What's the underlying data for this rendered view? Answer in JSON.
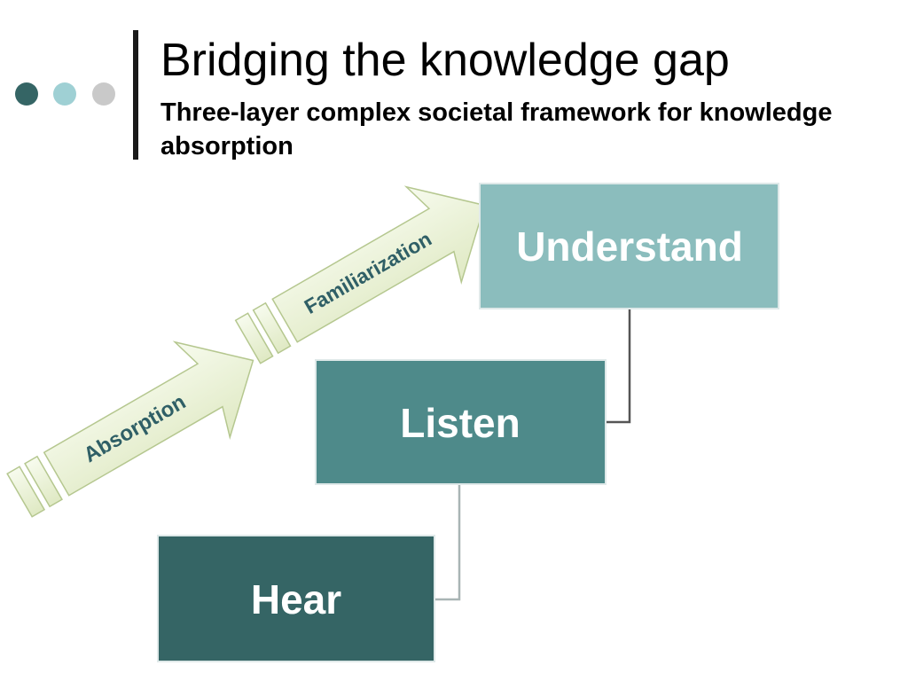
{
  "slide": {
    "title": "Bridging the knowledge gap",
    "subtitle": "Three-layer complex societal framework for knowledge absorption"
  },
  "diagram": {
    "boxes": [
      {
        "label": "Understand",
        "color": "#8bbdbd"
      },
      {
        "label": "Listen",
        "color": "#4e8a8a"
      },
      {
        "label": "Hear",
        "color": "#356565"
      }
    ],
    "arrows": [
      {
        "label": "Absorption"
      },
      {
        "label": "Familiarization"
      }
    ]
  },
  "colors": {
    "dot_dark": "#356565",
    "dot_mid": "#9fd0d4",
    "dot_light": "#c9c9c9",
    "arrow_fill": "#eef5dc",
    "arrow_stroke": "#b5c78f",
    "arrow_text": "#2f5f66",
    "connector": "#555555"
  }
}
